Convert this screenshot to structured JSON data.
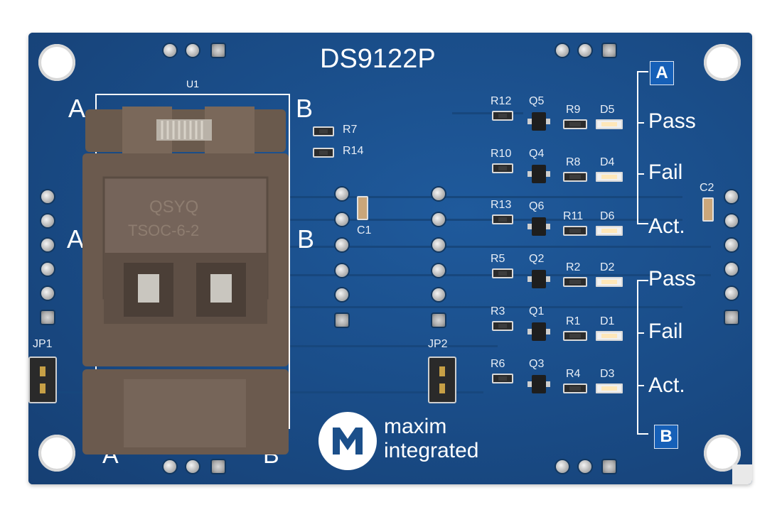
{
  "board": {
    "title": "DS9122P",
    "socket_label": "U1",
    "socket_marking_line1": "QSYQ",
    "socket_marking_line2": "TSOC-6-2",
    "side_a": "A",
    "side_b": "B",
    "jumper1": "JP1",
    "jumper2": "JP2",
    "cap1": "C1",
    "cap2": "C2",
    "resistors": {
      "r7": "R7",
      "r14": "R14",
      "r12": "R12",
      "r10": "R10",
      "r13": "R13",
      "r5": "R5",
      "r3": "R3",
      "r6": "R6",
      "r9": "R9",
      "r8": "R8",
      "r11": "R11",
      "r2": "R2",
      "r1": "R1",
      "r4": "R4"
    },
    "transistors": {
      "q5": "Q5",
      "q4": "Q4",
      "q6": "Q6",
      "q2": "Q2",
      "q1": "Q1",
      "q3": "Q3"
    },
    "leds": {
      "d5": "D5",
      "d4": "D4",
      "d6": "D6",
      "d2": "D2",
      "d1": "D1",
      "d3": "D3"
    },
    "status_a": {
      "badge": "A",
      "pass": "Pass",
      "fail": "Fail",
      "act": "Act."
    },
    "status_b": {
      "badge": "B",
      "pass": "Pass",
      "fail": "Fail",
      "act": "Act."
    },
    "logo_line1": "maxim",
    "logo_line2": "integrated"
  },
  "colors": {
    "pcb": "#1b4f8a",
    "silkscreen": "#ffffff",
    "socket": "#6b5a4e",
    "badge": "#1660b8"
  }
}
